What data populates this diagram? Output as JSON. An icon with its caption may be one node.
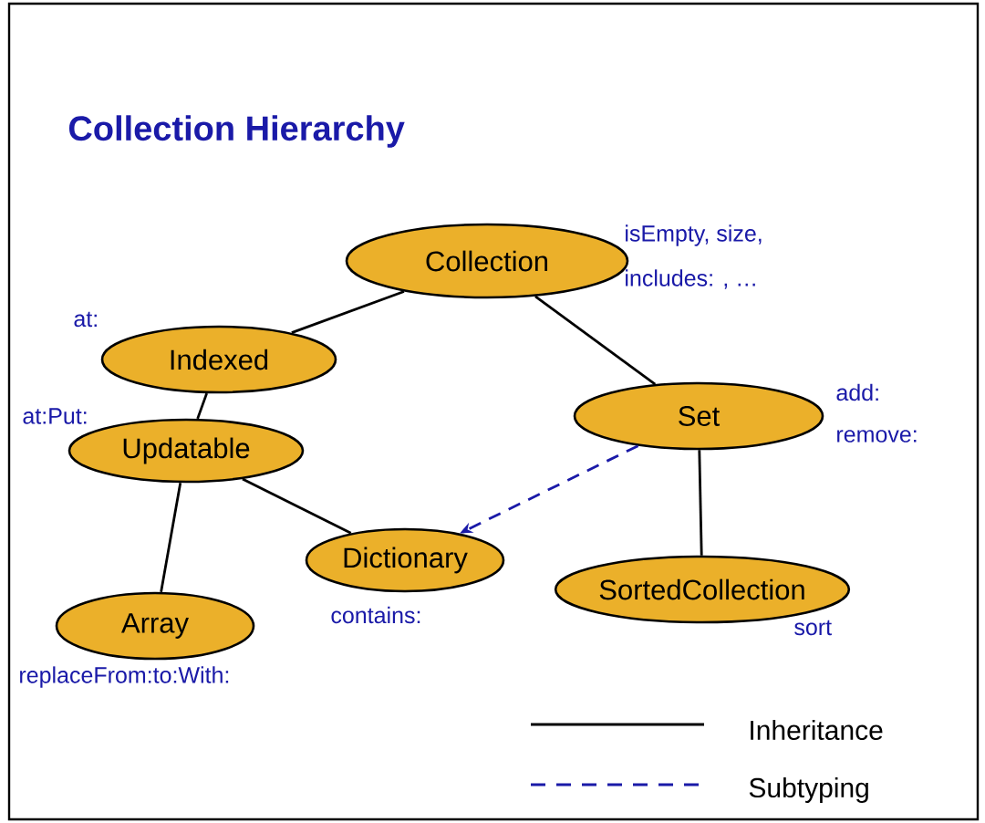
{
  "diagram": {
    "title": "Collection Hierarchy",
    "nodes": [
      {
        "text": [
          "Collection"
        ],
        "beside": [
          "isEmpty,  size,",
          "includes:   , …"
        ]
      },
      {
        "text": [
          "Indexed"
        ],
        "beside": [
          "at:"
        ]
      },
      {
        "text": [
          "Set"
        ],
        "beside": [
          "add:",
          "remove:"
        ]
      },
      {
        "text": [
          "Updatable"
        ],
        "beside": [
          "at:Put:"
        ]
      },
      {
        "text": [
          "Dictionary"
        ],
        "beside": [
          "contains:"
        ]
      },
      {
        "text": [
          "Array"
        ],
        "beside": [
          "replaceFrom:to:With:"
        ]
      },
      {
        "text": [
          "SortedCollection"
        ],
        "beside": [
          "sort"
        ]
      }
    ],
    "edges": [
      {
        "from": 0,
        "to": 1,
        "arrow": "none"
      },
      {
        "from": 0,
        "to": 2,
        "arrow": "none"
      },
      {
        "from": 1,
        "to": 3,
        "arrow": "none"
      },
      {
        "from": 3,
        "to": 4,
        "arrow": "none"
      },
      {
        "from": 3,
        "to": 5,
        "arrow": "none"
      },
      {
        "from": 2,
        "to": 6,
        "arrow": "none"
      },
      {
        "from": 2,
        "to": 4,
        "arrow": "to",
        "style": "dashed",
        "color": "#1a1aa8"
      }
    ],
    "legend": [
      {
        "text": "Inheritance"
      },
      {
        "text": "Subtyping"
      }
    ]
  }
}
